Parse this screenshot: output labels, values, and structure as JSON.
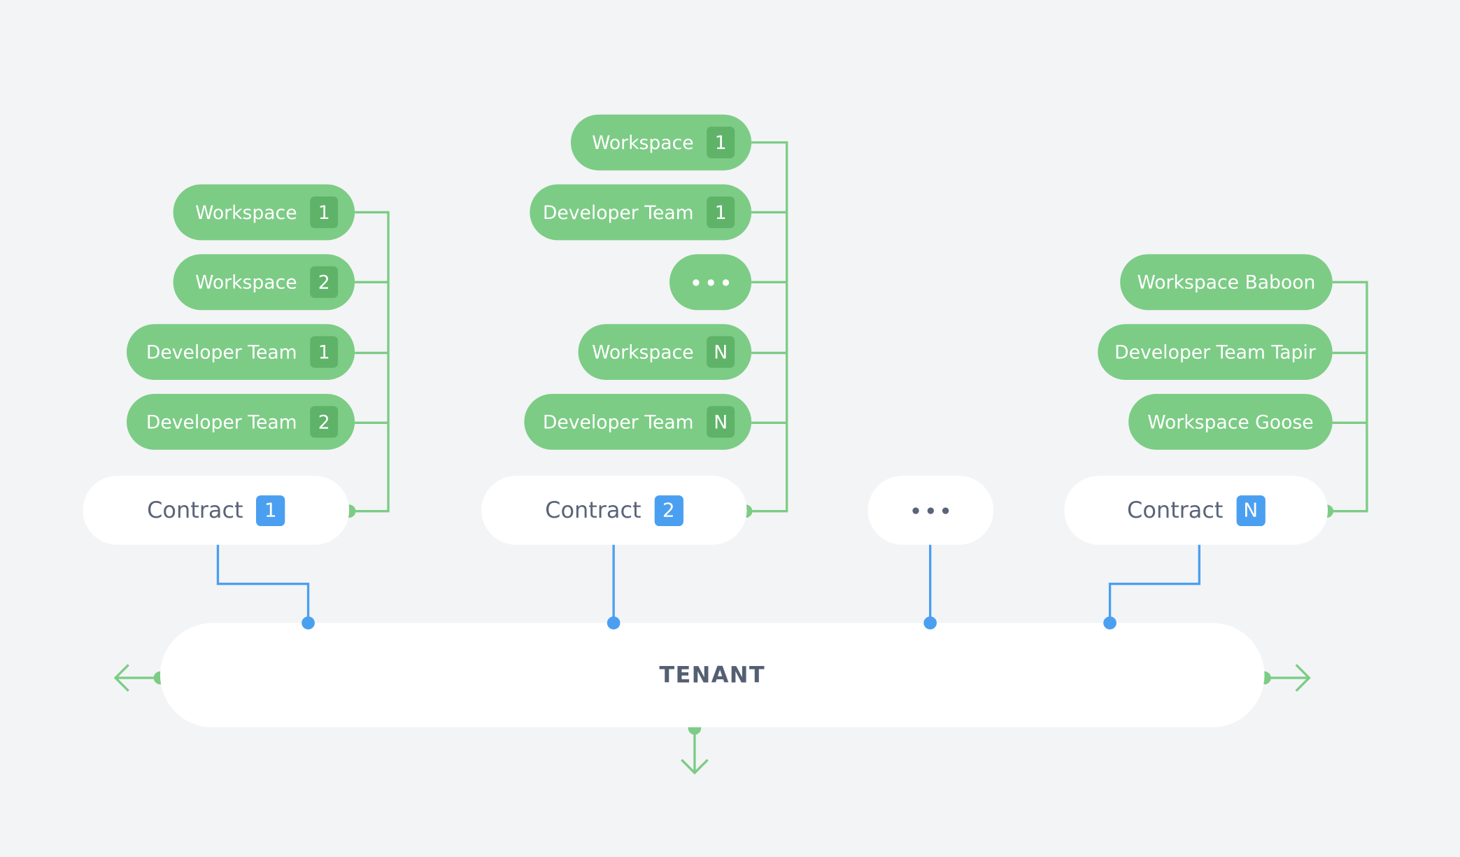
{
  "colors": {
    "green": "#7ccc85",
    "green_badge": "#5eb368",
    "blue": "#4b9ff0",
    "background": "#f3f4f6",
    "card": "#ffffff",
    "text": "#5a6478"
  },
  "contract_1": {
    "items": [
      {
        "label": "Workspace",
        "badge": "1"
      },
      {
        "label": "Workspace",
        "badge": "2"
      },
      {
        "label": "Developer Team",
        "badge": "1"
      },
      {
        "label": "Developer Team",
        "badge": "2"
      }
    ],
    "label": "Contract",
    "badge": "1"
  },
  "contract_2": {
    "items": [
      {
        "label": "Workspace",
        "badge": "1"
      },
      {
        "label": "Developer Team",
        "badge": "1"
      },
      {
        "ellipsis": true
      },
      {
        "label": "Workspace",
        "badge": "N"
      },
      {
        "label": "Developer Team",
        "badge": "N"
      }
    ],
    "label": "Contract",
    "badge": "2"
  },
  "contract_n": {
    "items": [
      {
        "label": "Workspace Baboon"
      },
      {
        "label": "Developer Team Tapir"
      },
      {
        "label": "Workspace Goose"
      }
    ],
    "label": "Contract",
    "badge": "N"
  },
  "tenant": {
    "label": "TENANT"
  }
}
